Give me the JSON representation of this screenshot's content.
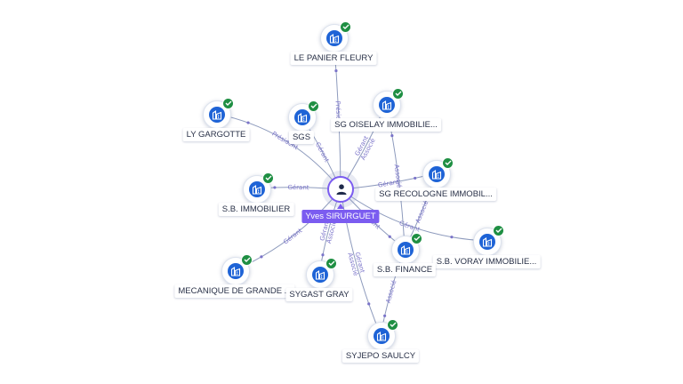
{
  "graph": {
    "center": {
      "label": "Yves SIRURGUET"
    },
    "companies": [
      {
        "id": "le-panier-fleury",
        "label": "LE PANIER FLEURY",
        "icon": "company-icon",
        "verified": true
      },
      {
        "id": "ly-gargotte",
        "label": "LY GARGOTTE",
        "icon": "company-icon",
        "verified": true
      },
      {
        "id": "sgs",
        "label": "SGS",
        "icon": "company-icon",
        "verified": true
      },
      {
        "id": "sg-oiselay-immobilier",
        "label": "SG OISELAY IMMOBILIE...",
        "icon": "company-icon",
        "verified": true
      },
      {
        "id": "sg-recologne-immobilier",
        "label": "SG RECOLOGNE IMMOBIL...",
        "icon": "company-icon",
        "verified": true
      },
      {
        "id": "sb-immobilier",
        "label": "S.B. IMMOBILIER",
        "icon": "company-icon",
        "verified": true
      },
      {
        "id": "sb-voray-immobilier",
        "label": "S.B. VORAY IMMOBILIE...",
        "icon": "company-icon",
        "verified": true
      },
      {
        "id": "sb-finance",
        "label": "S.B. FINANCE",
        "icon": "company-icon",
        "verified": true
      },
      {
        "id": "mecanique-de-grande",
        "label": "MECANIQUE DE GRANDE ...",
        "icon": "company-icon",
        "verified": true
      },
      {
        "id": "sygast-gray",
        "label": "SYGAST GRAY",
        "icon": "company-icon",
        "verified": true
      },
      {
        "id": "syjepo-saulcy",
        "label": "SYJEPO SAULCY",
        "icon": "company-icon",
        "verified": true
      }
    ],
    "edges": [
      {
        "from": "center",
        "to": "le-panier-fleury",
        "role": "Présid..."
      },
      {
        "from": "center",
        "to": "ly-gargotte",
        "role": "Président"
      },
      {
        "from": "center",
        "to": "sgs",
        "role": "Gérant"
      },
      {
        "from": "center",
        "to": "sg-oiselay-immobilier",
        "role": "Gérant\nAssocié"
      },
      {
        "from": "center",
        "to": "sg-recologne-immobilier",
        "role": "Gérant"
      },
      {
        "from": "center",
        "to": "sb-immobilier",
        "role": "Gérant"
      },
      {
        "from": "center",
        "to": "sb-voray-immobilier",
        "role": "Gérant"
      },
      {
        "from": "center",
        "to": "sb-finance",
        "role": "Gérant"
      },
      {
        "from": "center",
        "to": "mecanique-de-grande",
        "role": "Gérant"
      },
      {
        "from": "center",
        "to": "sygast-gray",
        "role": "Gérant\nAssocié"
      },
      {
        "from": "center",
        "to": "syjepo-saulcy",
        "role": "Gérant\nAssocié"
      },
      {
        "from": "sb-finance",
        "to": "sg-oiselay-immobilier",
        "role": "Associé"
      },
      {
        "from": "sb-finance",
        "to": "sg-recologne-immobilier",
        "role": "Associé"
      },
      {
        "from": "sb-finance",
        "to": "syjepo-saulcy",
        "role": "Associé"
      }
    ]
  }
}
